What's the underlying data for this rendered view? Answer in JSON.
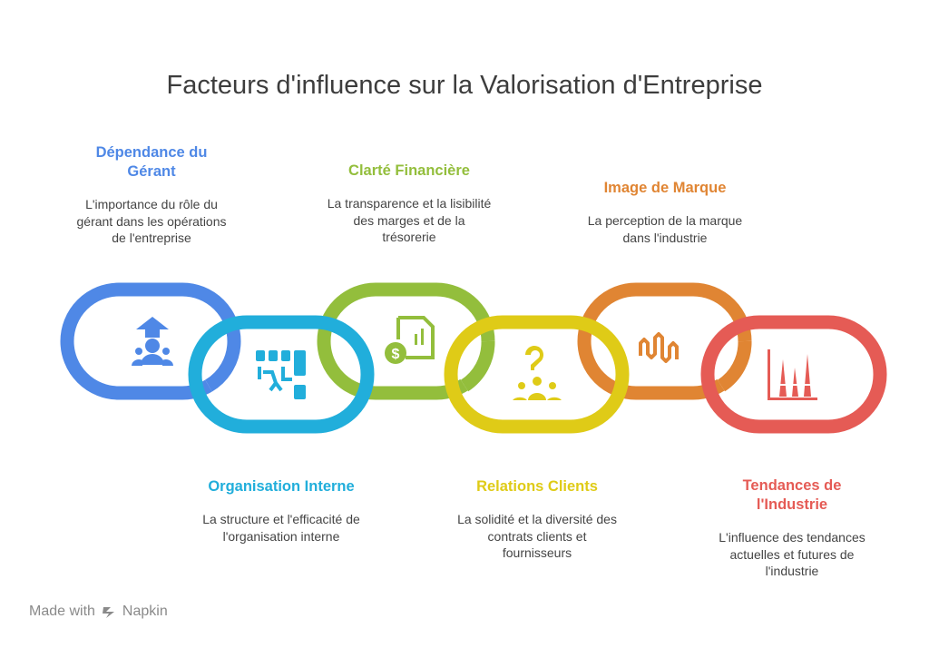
{
  "title": "Facteurs d'influence sur la Valorisation d'Entreprise",
  "factors": [
    {
      "title": "Dépendance du Gérant",
      "description": "L'importance du rôle du gérant dans les opérations de l'entreprise",
      "color": "#4F88E6",
      "icon": "leader-team-icon"
    },
    {
      "title": "Organisation Interne",
      "description": "La structure et l'efficacité de l'organisation interne",
      "color": "#21AEDB",
      "icon": "office-layout-icon"
    },
    {
      "title": "Clarté Financière",
      "description": "La transparence et la lisibilité des marges et de la trésorerie",
      "color": "#93BE3C",
      "icon": "financial-report-icon"
    },
    {
      "title": "Relations Clients",
      "description": "La solidité et la diversité des contrats clients et fournisseurs",
      "color": "#DFCB17",
      "icon": "customer-question-icon"
    },
    {
      "title": "Image de Marque",
      "description": "La perception de la marque dans l'industrie",
      "color": "#E08533",
      "icon": "brand-wave-icon"
    },
    {
      "title": "Tendances de l'Industrie",
      "description": "L'influence des tendances actuelles et futures de l'industrie",
      "color": "#E55B55",
      "icon": "trend-chart-icon"
    }
  ],
  "footer": {
    "made_with": "Made with",
    "brand": "Napkin"
  }
}
